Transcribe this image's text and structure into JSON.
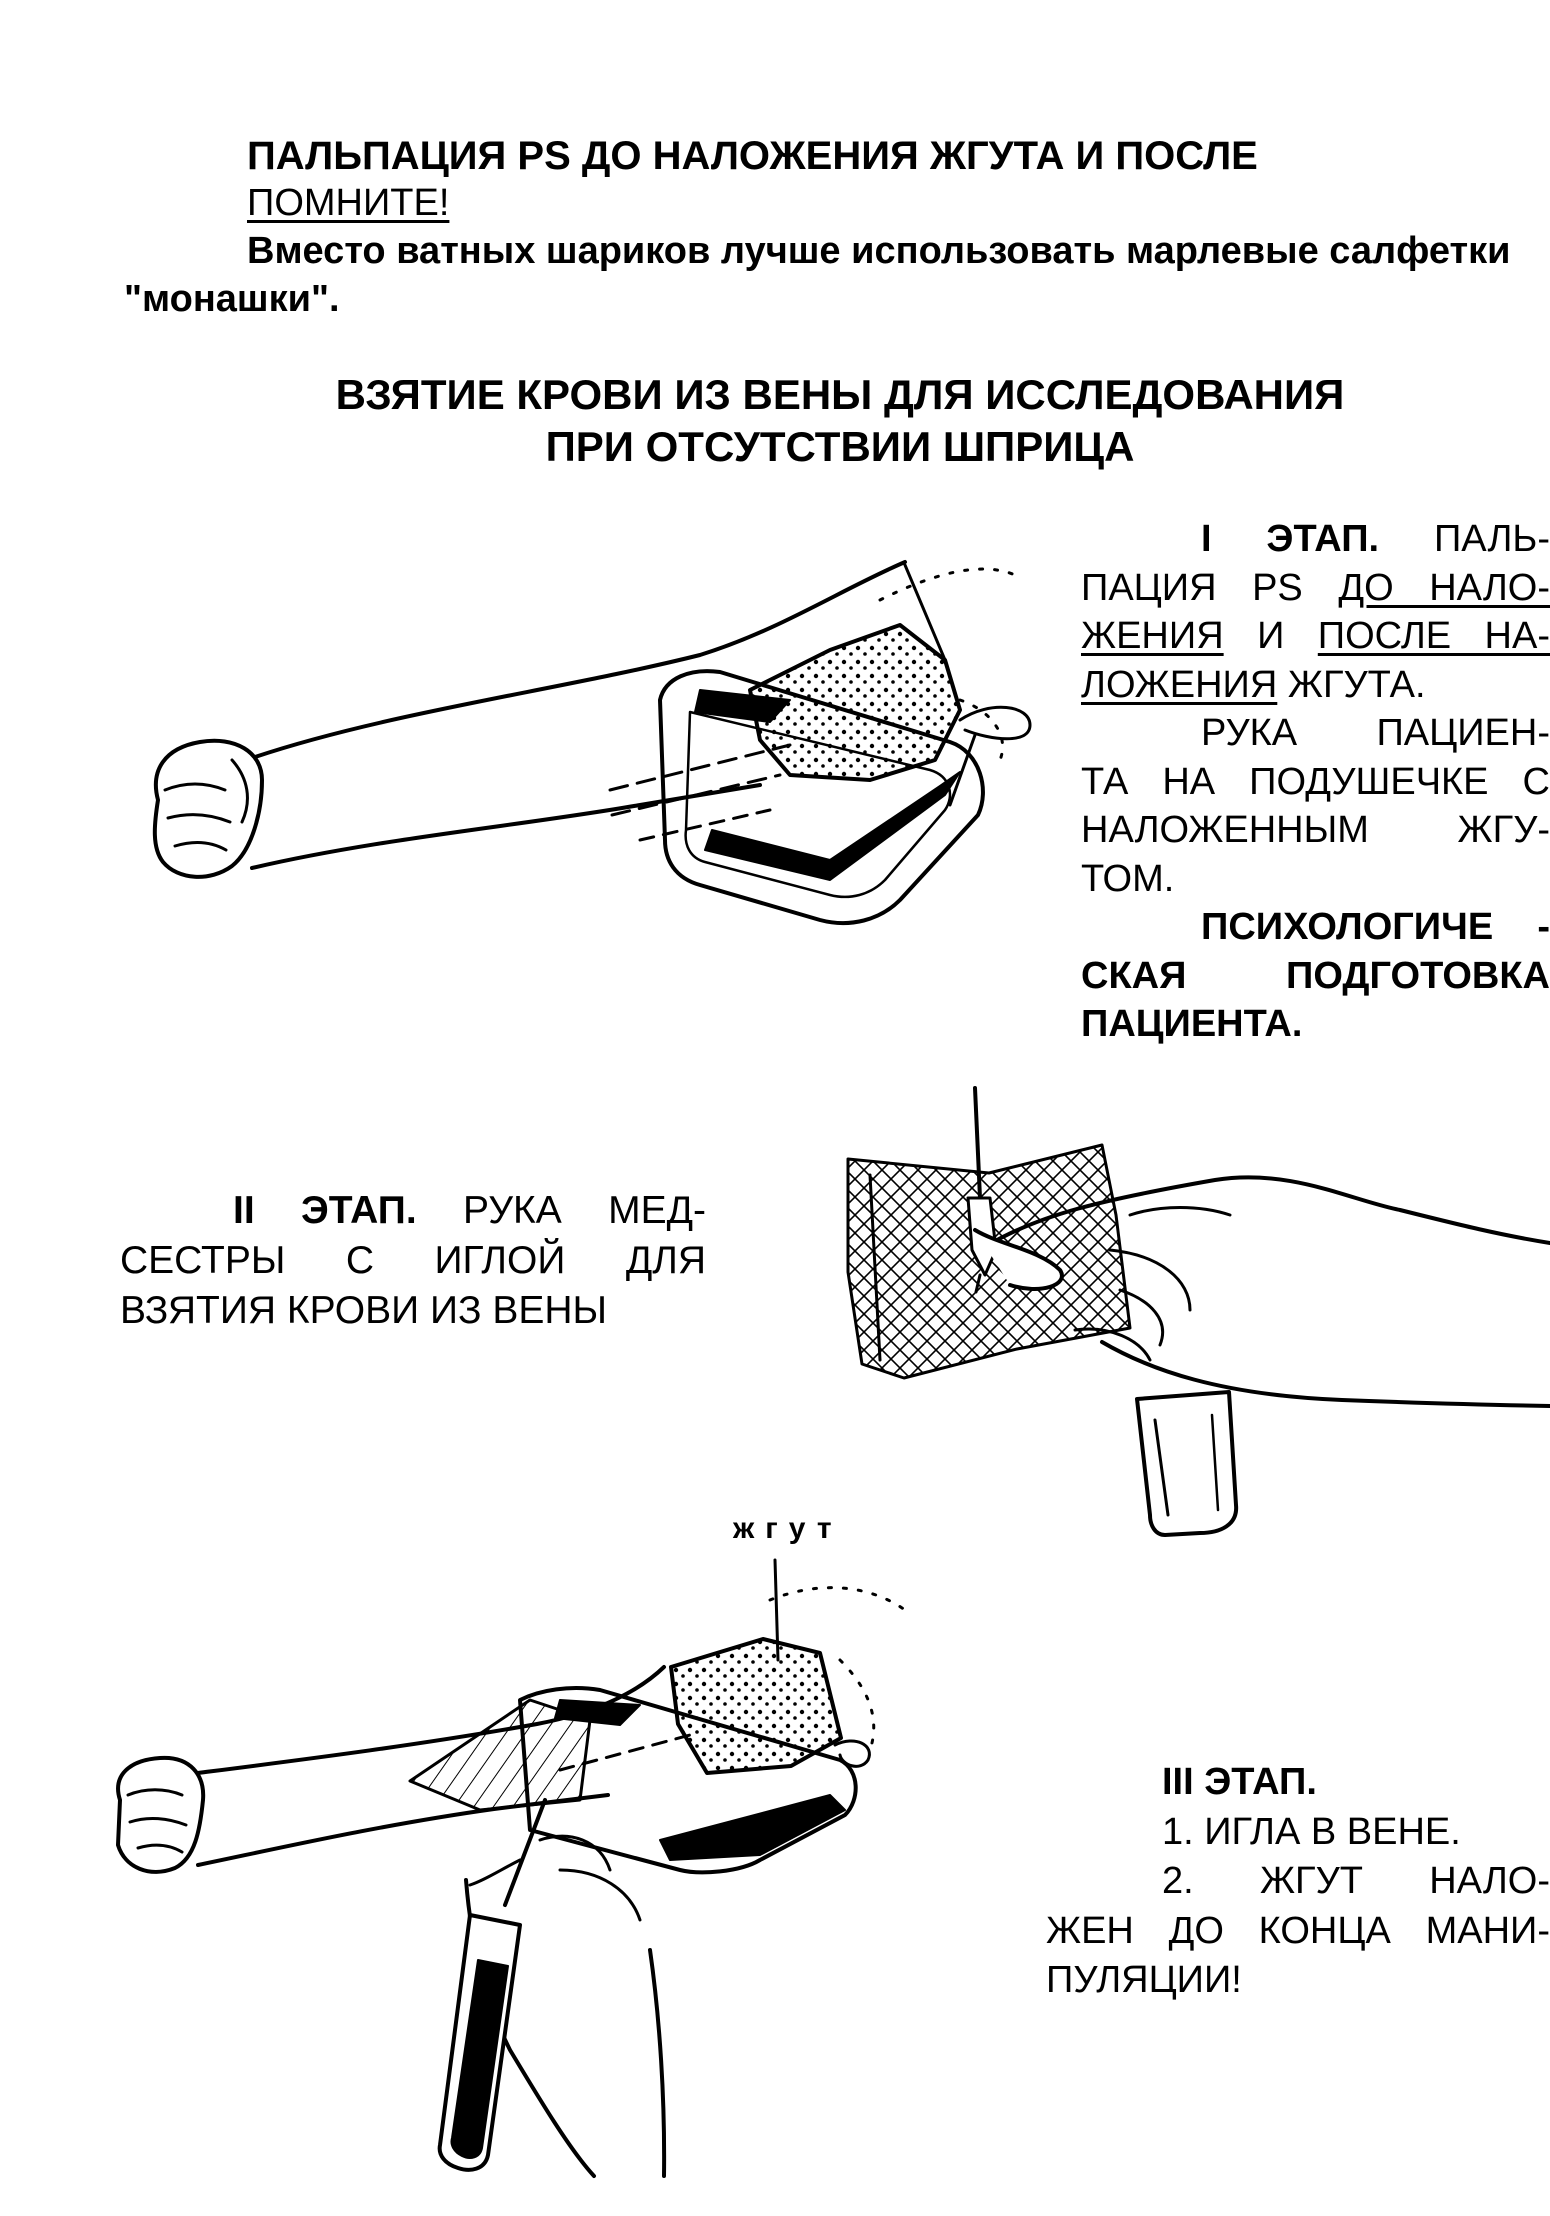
{
  "header": {
    "title": "ПАЛЬПАЦИЯ PS ДО НАЛОЖЕНИЯ ЖГУТА И ПОСЛЕ",
    "remember": "ПОМНИТЕ!",
    "note_line1": "Вместо ватных шариков лучше использовать марлевые салфетки",
    "note_line2": "\"монашки\"."
  },
  "section": {
    "title_line1": "ВЗЯТИЕ КРОВИ ИЗ ВЕНЫ ДЛЯ ИССЛЕДОВАНИЯ",
    "title_line2": "ПРИ ОТСУТСТВИИ ШПРИЦА"
  },
  "stage1": {
    "label": "I ЭТАП.",
    "l1_rest": "ПАЛЬ-",
    "l2_a": "ПАЦИЯ PS",
    "l2_u": "ДО НАЛО-",
    "l3_u1": "ЖЕНИЯ",
    "l3_mid": "И",
    "l3_u2": "ПОСЛЕ НА-",
    "l4_u": "ЛОЖЕНИЯ",
    "l4_rest": "ЖГУТА.",
    "l5": "РУКА ПАЦИЕН-",
    "l6": "ТА НА ПОДУШЕЧКЕ С",
    "l7": "НАЛОЖЕННЫМ ЖГУ-",
    "l8": "ТОМ.",
    "l9": "ПСИХОЛОГИЧЕ -",
    "l10": "СКАЯ ПОДГОТОВКА",
    "l11": "ПАЦИЕНТА."
  },
  "stage2": {
    "label": "II ЭТАП.",
    "l1_rest": "РУКА МЕД-",
    "l2": "СЕСТРЫ С ИГЛОЙ ДЛЯ",
    "l3": "ВЗЯТИЯ КРОВИ ИЗ ВЕНЫ"
  },
  "tourniquet_label": "жгут",
  "stage3": {
    "label": "III ЭТАП.",
    "l1": "1. ИГЛА В ВЕНЕ.",
    "l2": "2. ЖГУТ НАЛО-",
    "l3": "ЖЕН ДО КОНЦА МАНИ-",
    "l4": "ПУЛЯЦИИ!"
  },
  "colors": {
    "ink": "#000000",
    "paper": "#ffffff"
  }
}
